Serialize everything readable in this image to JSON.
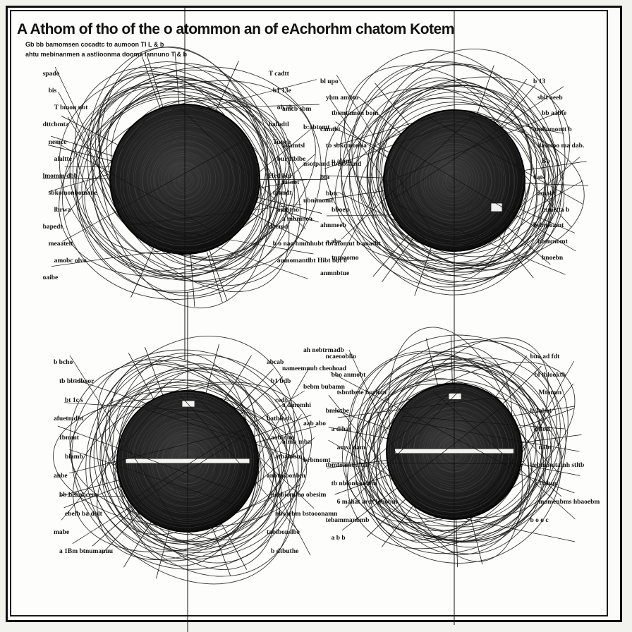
{
  "title": "A Athom of tho of the o atommon an of eAchorhm chatom Kotem",
  "subtitle": "Gb  bb  bamomsen cocadtc to aumoon Tl  L  &  b",
  "subtitle_2": "ahtu  mebinanmen a astlioonma dooma lannuno  T  &  b",
  "panels": [
    {
      "labels": [
        "spado",
        "T  cadtt",
        "bis",
        "b1 13e",
        "T  bmon ubt",
        "oh ab",
        "dttcbmta",
        "balbdtl",
        "nemce",
        "Tuneh",
        "alaltte",
        "burdtblbe",
        "lmomm dbb",
        "Hed bbl",
        "sbkomonbomane",
        "tbandt",
        "lbrwa",
        "ambtno",
        "bapedt",
        "dacmd",
        "meaatelt",
        "b o  nao  hmmhubt  tbratomut  b anasbt",
        "amobc olvo",
        "aumomantlbt Hibt bbt 0",
        "oaibe"
      ]
    },
    {
      "labels": [
        "bl  upo",
        "b  13",
        "yhm  ambto",
        "sbit  aeeb",
        "tbsmtamon bom",
        "bb  aabte",
        "camtbt",
        "andiomontt b",
        "tb sbkomonba",
        "dasmoo  ma dab.",
        "u  alom",
        "Bb",
        "bta",
        "6ats",
        "bbtc",
        "amobt",
        "bboen",
        "tnmetta b",
        "ahnmeeb",
        "bebmoamt",
        "a  abe",
        "bhtnmomt",
        "tnmoomo",
        "bnoebn",
        "anmnbtue"
      ]
    },
    {
      "labels": [
        "b  bcho",
        "abcab",
        "tb  bbsdboor",
        "b1 bdb",
        "bt 1c  s",
        "cedt",
        "afuetmdbt",
        "hatblocb",
        "Ibmmt",
        "aobuhm",
        "blamb",
        "atbalobm",
        "ahbe",
        "anbtmbonbm",
        "bb  bebabcem",
        "neabiomlbo  obesim",
        "ebelb  ba dblt",
        "nbsorbm  bstooonamn",
        "mabe",
        "tabibonslbe",
        "a  1Bm  btnumanuu",
        "b  dtbuthe"
      ]
    },
    {
      "labels": [
        "ncaeooblio",
        "bua  ad  fdt",
        "bbo anmobt",
        "bl  tblooktb",
        "tsbntbme  burloln",
        "Mtomm",
        "bmlotbe",
        "b 1ahot",
        "a dihat",
        "dttotl",
        "amvl dam",
        "nabt",
        "tbmtoamt  alttb",
        "bebmomtamh  stltb",
        "tb  nblonhonlom",
        "a  bblum",
        "6  mahat ardt  lobobm",
        "momenbms hbaoebm",
        "tebammanbmb",
        "b  o  o  c",
        "a  b  b"
      ]
    }
  ],
  "center_labels": [
    "amcb sbm",
    "b:abtomt",
    "noamtsl",
    "nsotpand  tbeibsamd",
    "tatnot",
    "ubnimomt",
    "a  mbnmoa",
    "ah  nebtrmadb",
    "nameemnub cheohoad",
    "bebm  bubamn",
    "a  dmomhi",
    "aab  abo",
    "almb mba",
    "brbmomt"
  ]
}
